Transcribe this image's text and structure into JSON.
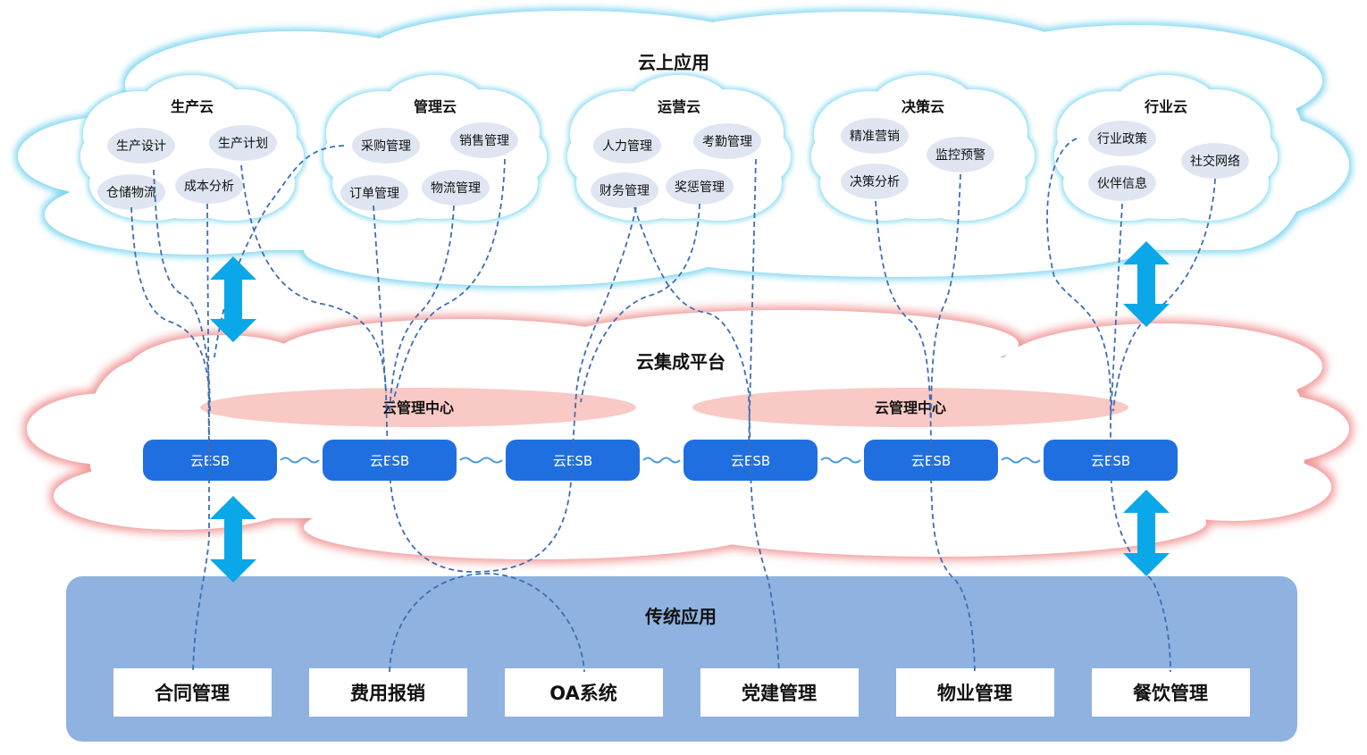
{
  "cloud_apps": {
    "title": "云上应用",
    "clouds": [
      {
        "name": "生产云",
        "items": [
          "生产设计",
          "生产计划",
          "仓储物流",
          "成本分析"
        ]
      },
      {
        "name": "管理云",
        "items": [
          "采购管理",
          "销售管理",
          "订单管理",
          "物流管理"
        ]
      },
      {
        "name": "运营云",
        "items": [
          "人力管理",
          "考勤管理",
          "财务管理",
          "奖惩管理"
        ]
      },
      {
        "name": "决策云",
        "items": [
          "精准营销",
          "监控预警",
          "决策分析"
        ]
      },
      {
        "name": "行业云",
        "items": [
          "行业政策",
          "社交网络",
          "伙伴信息"
        ]
      }
    ]
  },
  "integration": {
    "title": "云集成平台",
    "centers": [
      "云管理中心",
      "云管理中心"
    ],
    "esb_nodes": [
      "云ESB",
      "云ESB",
      "云ESB",
      "云ESB",
      "云ESB",
      "云ESB"
    ]
  },
  "legacy": {
    "title": "传统应用",
    "systems": [
      "合同管理",
      "费用报销",
      "OA系统",
      "党建管理",
      "物业管理",
      "餐饮管理"
    ]
  },
  "colors": {
    "top_cloud_glow": "#8fdcf2",
    "platform_glow": "#f2a5a5",
    "center_fill": "#f9c9c5",
    "esb_fill": "#1f6fe0",
    "bubble_fill": "#dfe6f2",
    "legacy_panel": "#8fb2e0",
    "arrow": "#0aa8e8",
    "connector": "#3e6fb0"
  }
}
